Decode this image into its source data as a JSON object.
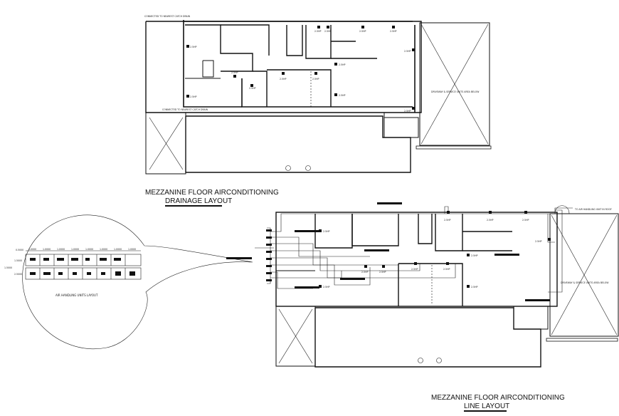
{
  "top_plan": {
    "title_line1": "MEZZANINE FLOOR AIRCONDITIONING",
    "title_line2": "DRAINAGE LAYOUT",
    "note_top": "CONNECTED TO NEAREST CATCH DRAIN",
    "note_left": "CONNECTED TO NEAREST CATCH DRAIN",
    "ahu_label": "DRIVEWAY & SERVICE UNITS AREA BELOW",
    "unit_tags": [
      "2.5HP",
      "2.5HP",
      "2.5HP",
      "2.5HP",
      "2.5HP",
      "2.5HP",
      "2.5HP",
      "2.5HP",
      "2.5HP",
      "2.5HP",
      "2.5HP",
      "2.5HP",
      "2.5HP",
      "2.5HP"
    ]
  },
  "bottom_plan": {
    "title_line1": "MEZZANINE FLOOR AIRCONDITIONING",
    "title_line2": "LINE LAYOUT",
    "note_right": "TO AIR HANDLING UNIT IN ROOF",
    "ahu_label": "DRIVEWAY & SERVICE UNITS AREA BELOW",
    "unit_tags": [
      "2.5HP",
      "2.5HP",
      "2.5HP",
      "2.5HP",
      "2.5HP",
      "2.5HP",
      "2.5HP",
      "2.5HP",
      "2.5HP",
      "2.5HP",
      "2.5HP",
      "2.5HP"
    ]
  },
  "ahu_detail": {
    "caption": "AIR HANDLING UNITS LAYOUT",
    "dim_left_top": "1.5000",
    "dim_left_bottom": "2.5000",
    "dim_mid": "1.5000",
    "dim_far": "0.5000",
    "column_dims": [
      "1.0000",
      "1.0000",
      "1.0000",
      "1.0000",
      "1.0000",
      "1.0000",
      "1.0000",
      "1.0000"
    ]
  }
}
